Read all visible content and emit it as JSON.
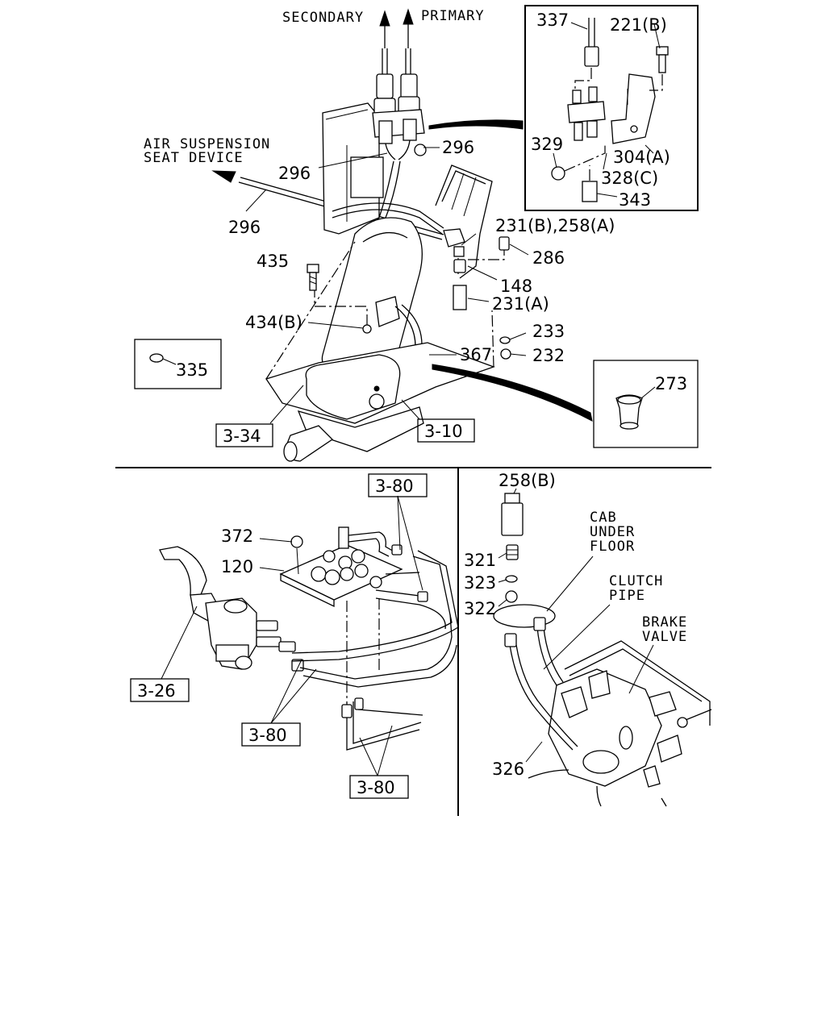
{
  "directions": {
    "secondary": "SECONDARY",
    "primary": "PRIMARY",
    "air_suspension_line1": "AIR SUSPENSION",
    "air_suspension_line2": "SEAT DEVICE"
  },
  "callouts": {
    "p337": "337",
    "p221b": "221(B)",
    "p329": "329",
    "p304a": "304(A)",
    "p328c": "328(C)",
    "p343": "343",
    "p296_top": "296",
    "p296_mid": "296",
    "p296_left": "296",
    "p231b_258a": "231(B),258(A)",
    "p286": "286",
    "p435": "435",
    "p148": "148",
    "p231a": "231(A)",
    "p434b": "434(B)",
    "p233": "233",
    "p367": "367",
    "p232": "232",
    "p335": "335",
    "p273": "273",
    "p372": "372",
    "p120": "120",
    "p258b": "258(B)",
    "p321": "321",
    "p323": "323",
    "p322": "322",
    "p326": "326"
  },
  "references": {
    "r3_34": "3-34",
    "r3_10": "3-10",
    "r3_80_top": "3-80",
    "r3_26": "3-26",
    "r3_80_mid": "3-80",
    "r3_80_bottom": "3-80"
  },
  "annotations": {
    "cab_l1": "CAB",
    "cab_l2": "UNDER",
    "cab_l3": "FLOOR",
    "clutch_l1": "CLUTCH",
    "clutch_l2": "PIPE",
    "brake_l1": "BRAKE",
    "brake_l2": "VALVE"
  }
}
